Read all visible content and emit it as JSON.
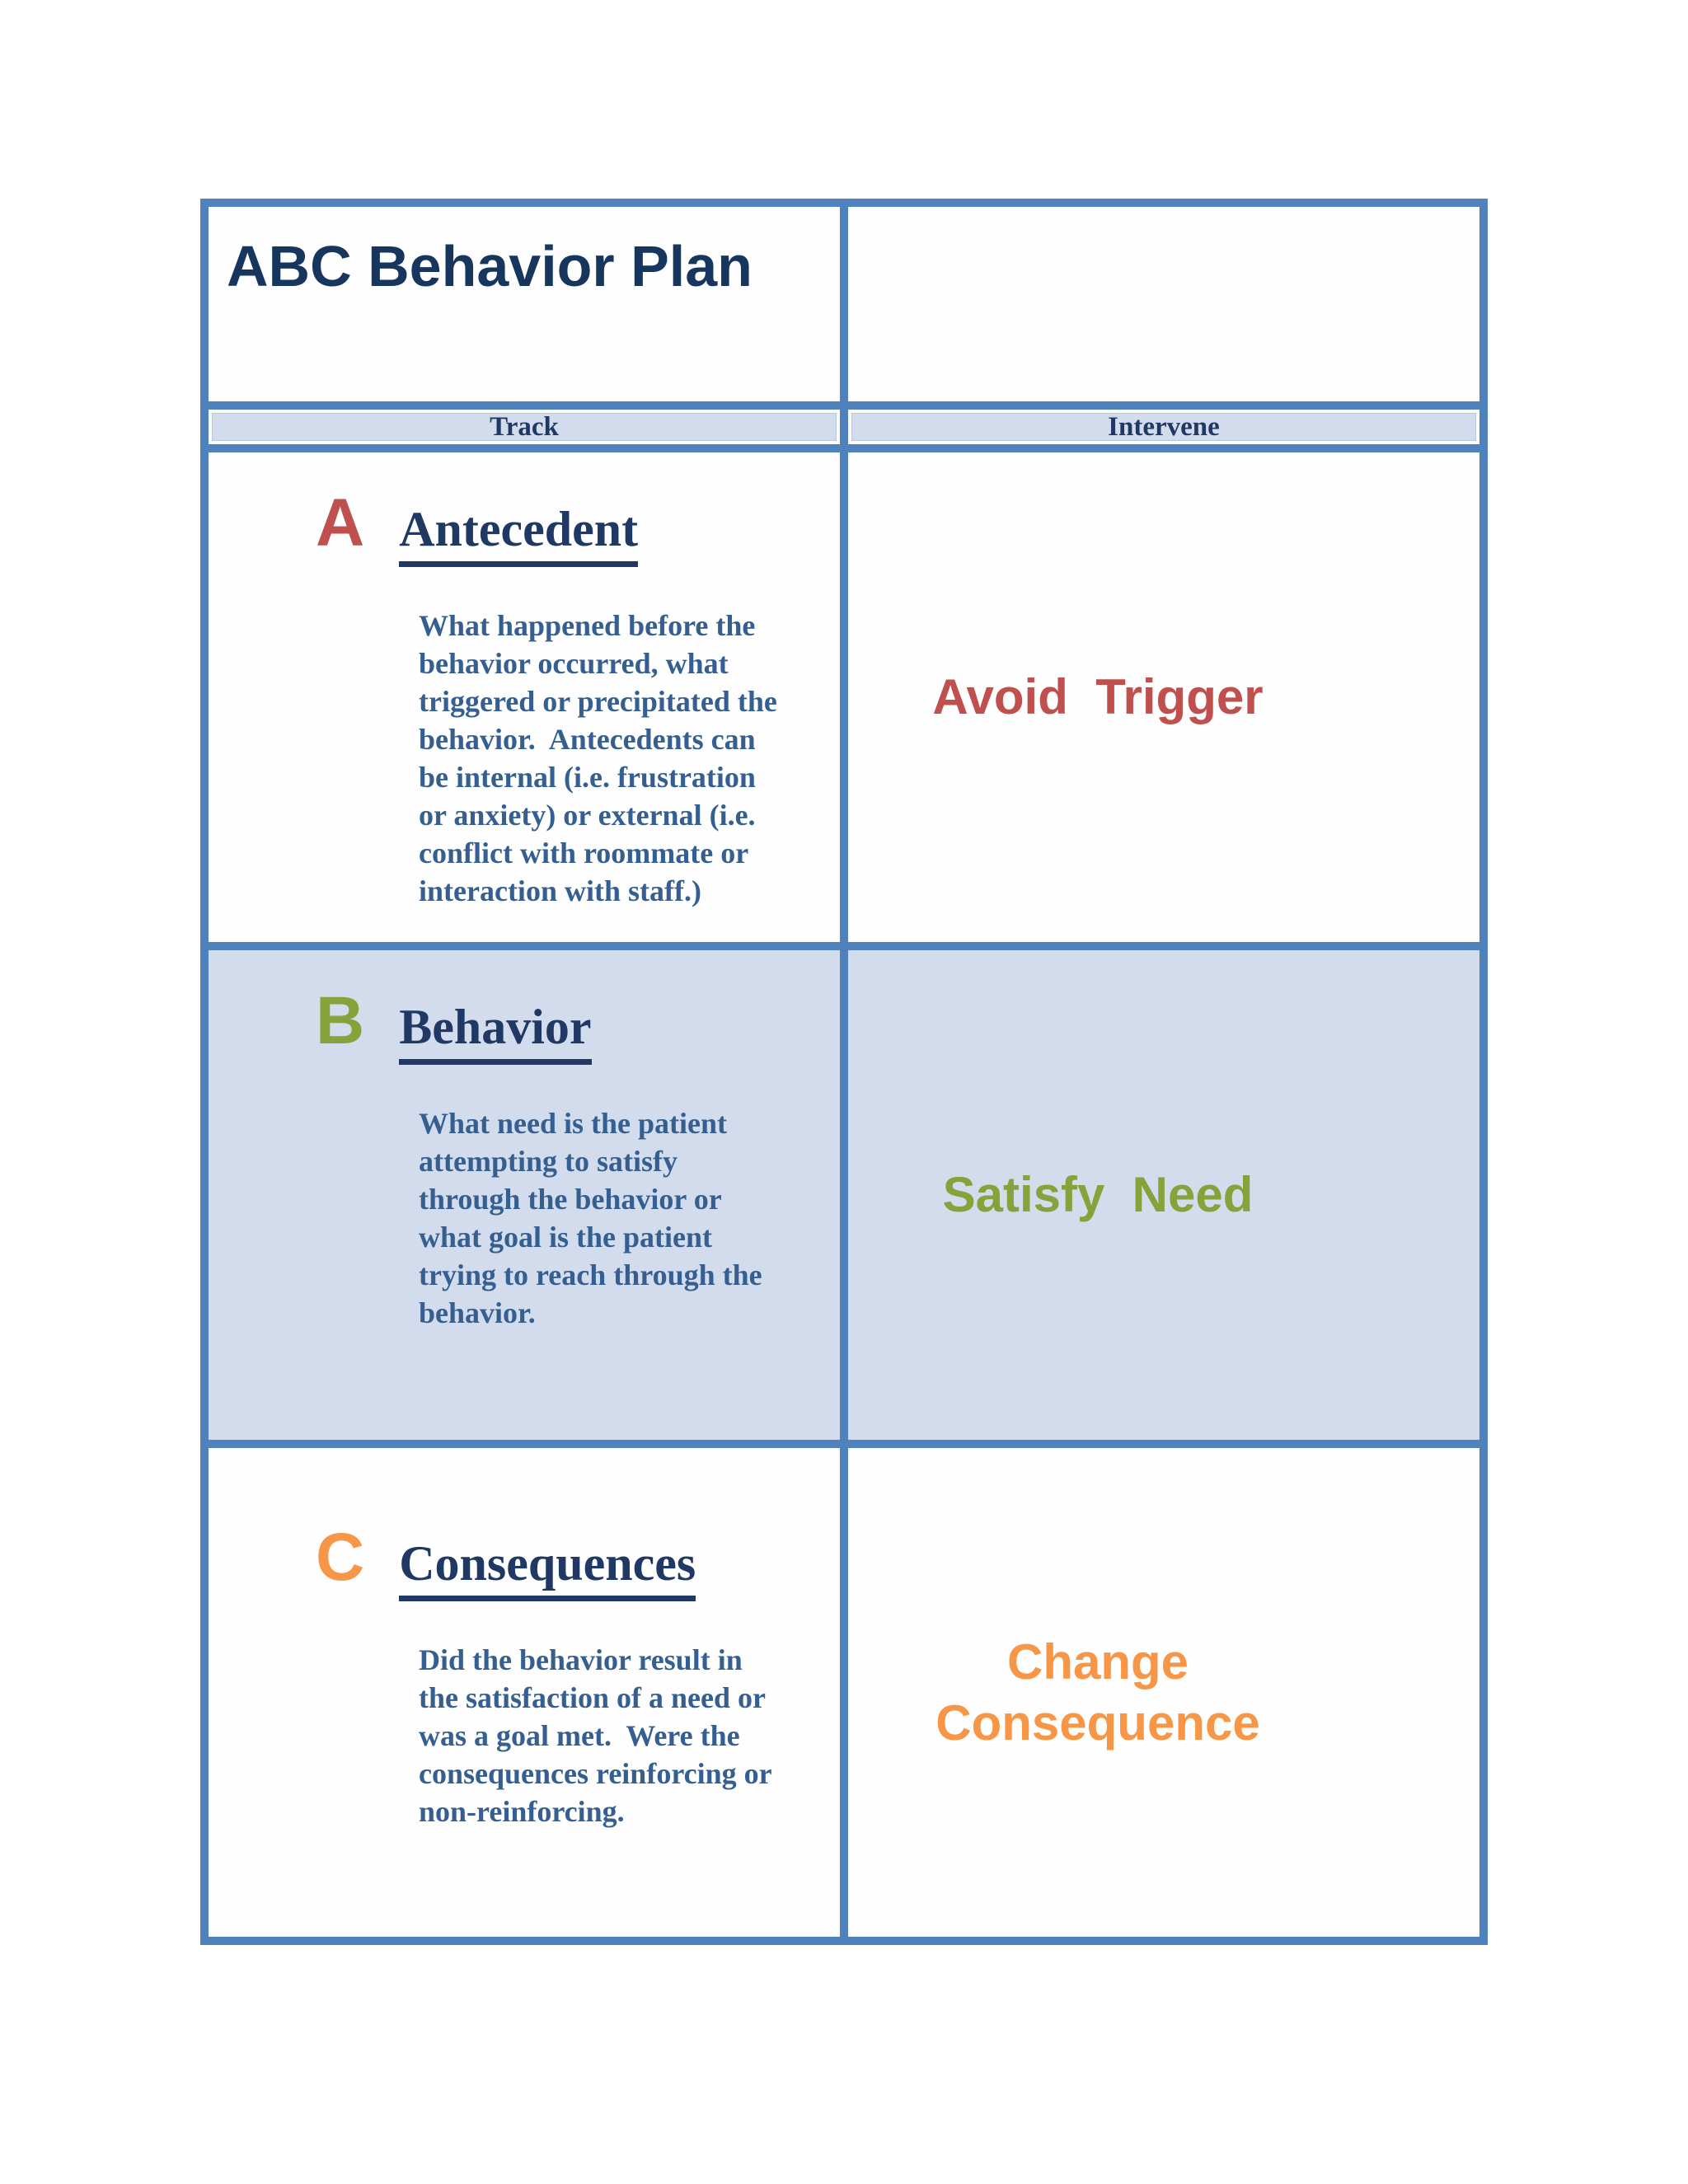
{
  "document_title": "ABC Behavior Plan",
  "header": {
    "track_label": "Track",
    "intervene_label": "Intervene"
  },
  "rows": [
    {
      "letter": "A",
      "heading": "Antecedent",
      "description": [
        "What happened before the",
        "behavior occurred, what",
        "triggered or precipitated the",
        "behavior.  Antecedents can",
        "be internal (i.e. frustration",
        "or anxiety) or external (i.e.",
        "conflict with roommate or",
        "interaction with staff.)"
      ],
      "intervention": [
        "Avoid  Trigger"
      ],
      "accent_color": "#C0504D"
    },
    {
      "letter": "B",
      "heading": "Behavior",
      "description": [
        "What need is the patient",
        "attempting to satisfy",
        "through the behavior or",
        "what goal is the patient",
        "trying to reach through the",
        "behavior."
      ],
      "intervention": [
        "Satisfy  Need"
      ],
      "accent_color": "#88A23B"
    },
    {
      "letter": "C",
      "heading": "Consequences",
      "description": [
        "Did the behavior result in",
        "the satisfaction of a need or",
        "was a goal met.  Were the",
        "consequences reinforcing or",
        "non-reinforcing."
      ],
      "intervention": [
        "Change",
        "Consequence"
      ],
      "accent_color": "#F79646"
    }
  ],
  "colors": {
    "table_border": "#4F81BD",
    "header_band_background": "#D3DCEC",
    "row_b_background": "#D2DCEC",
    "title_text": "#17365D",
    "heading_text": "#1F3864",
    "body_text": "#365F91"
  }
}
